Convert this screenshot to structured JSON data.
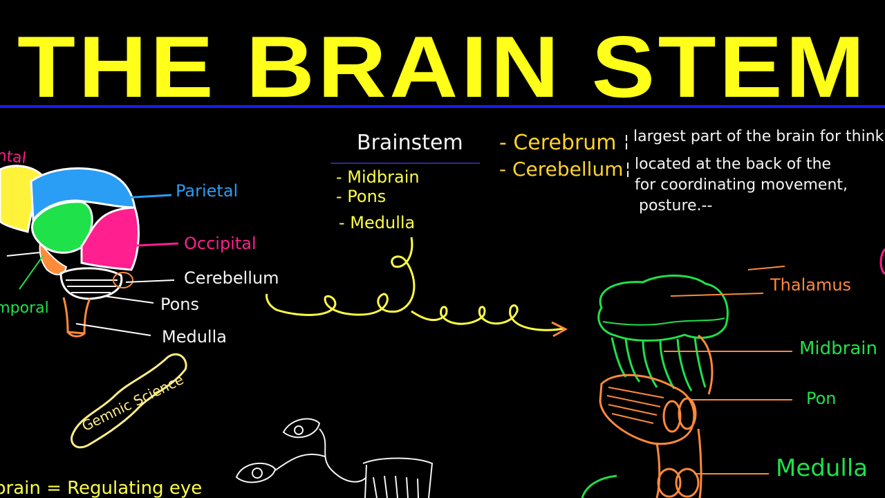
{
  "title": "THE BRAIN STEM",
  "brain_labels": {
    "frontal": "Frontal",
    "parietal": "Parietal",
    "occipital": "Occipital",
    "temporal": "Temporal",
    "cerebellum": "Cerebellum",
    "pons": "Pons",
    "medulla": "Medulla"
  },
  "brainstem_list": {
    "heading": "Brainstem",
    "items": [
      "- Midbrain",
      "- Pons",
      "- Medulla"
    ]
  },
  "definitions": [
    {
      "term": "- Cerebrum",
      "lines": [
        "largest part of the brain for think"
      ]
    },
    {
      "term": "- Cerebellum",
      "lines": [
        "located at the back of the",
        "for coordinating movement,",
        "posture.--"
      ]
    }
  ],
  "stem_labels": {
    "thalamus": "Thalamus",
    "midbrain": "Midbrain",
    "pons": "Pon",
    "medulla": "Medulla"
  },
  "logo_text": "Gemnic Science",
  "bottom_note": "brain = Regulating eye",
  "colors": {
    "title": "#ffff1a",
    "rule": "#1a1aff",
    "parietal": "#2a9df4",
    "occipital": "#ff1f8e",
    "frontal": "#fff23a",
    "temporal": "#1fe14a",
    "orange": "#ff8a3a",
    "white": "#f5f5f5"
  }
}
